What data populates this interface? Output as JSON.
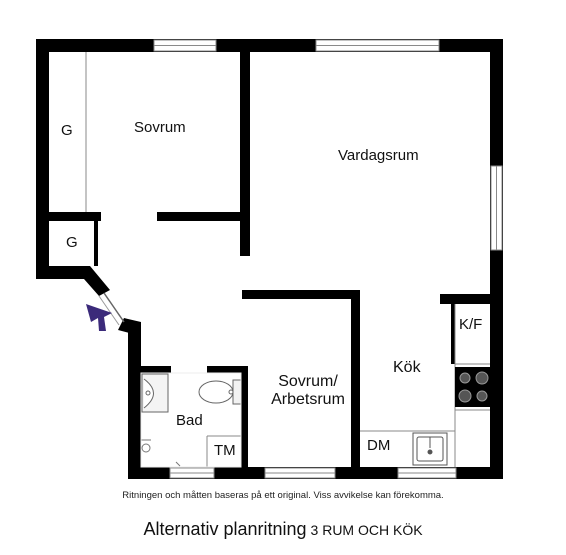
{
  "rooms": {
    "closet_top": "G",
    "bedroom": "Sovrum",
    "living_room": "Vardagsrum",
    "closet_lower": "G",
    "wardrobe_kitchen": "K/F",
    "bedroom_office_line1": "Sovrum/",
    "bedroom_office_line2": "Arbetsrum",
    "kitchen": "Kök",
    "bathroom": "Bad",
    "dryer": "TM",
    "dishwasher": "DM"
  },
  "note": "Ritningen och måtten baseras på ett original. Viss avvikelse kan förekomma.",
  "caption": {
    "main": "Alternativ planritning",
    "sub": "3 RUM OCH KÖK"
  },
  "colors": {
    "wall": "#000000",
    "entrance_arrow": "#3b2a7a",
    "window_frame": "#9a9a9a"
  }
}
